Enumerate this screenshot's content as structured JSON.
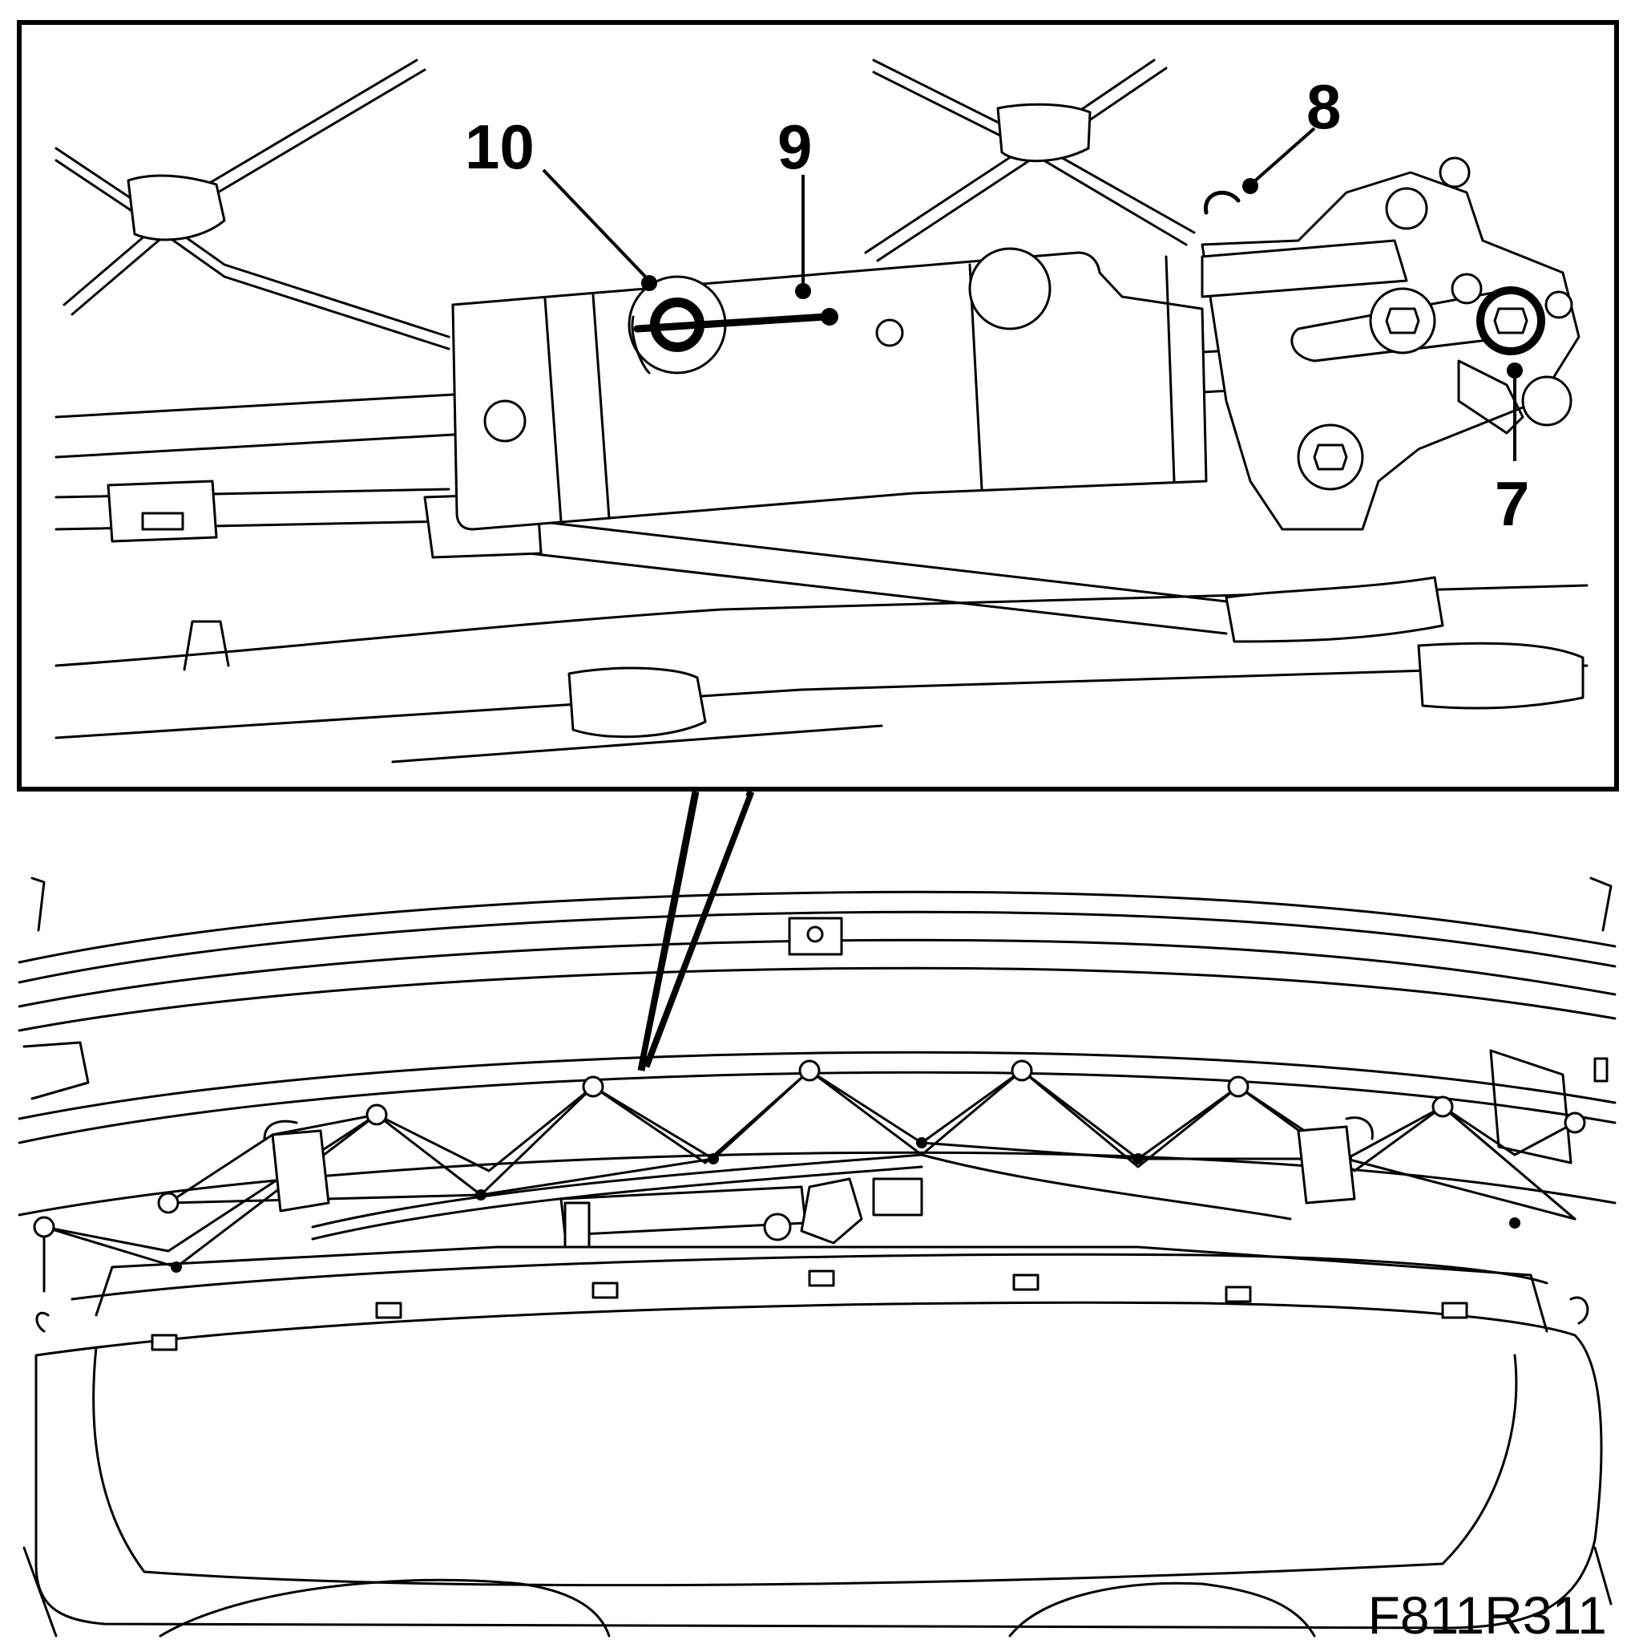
{
  "callouts": [
    {
      "id": "7",
      "text": "7"
    },
    {
      "id": "8",
      "text": "8"
    },
    {
      "id": "9",
      "text": "9"
    },
    {
      "id": "10",
      "text": "10"
    }
  ],
  "reference_code": "F811R311",
  "colors": {
    "ink": "#000000",
    "paper": "#ffffff"
  }
}
